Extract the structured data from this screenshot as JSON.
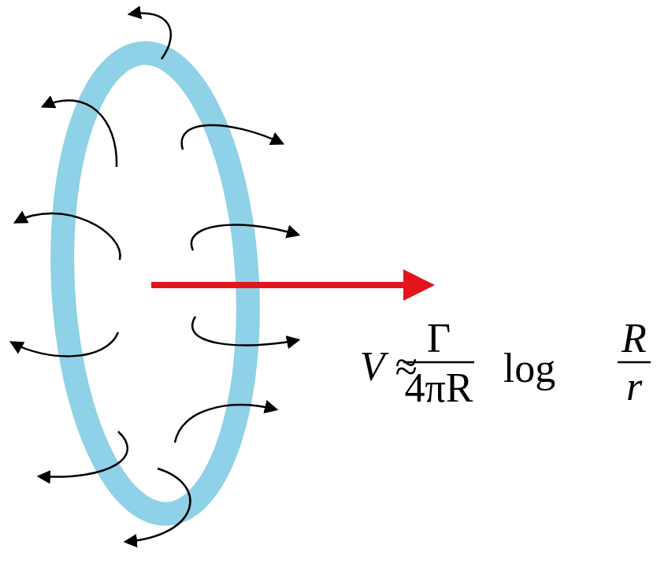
{
  "diagram": {
    "labels": [
      "V ≈",
      "Γ",
      "4πR",
      "log",
      "R",
      "r"
    ]
  }
}
